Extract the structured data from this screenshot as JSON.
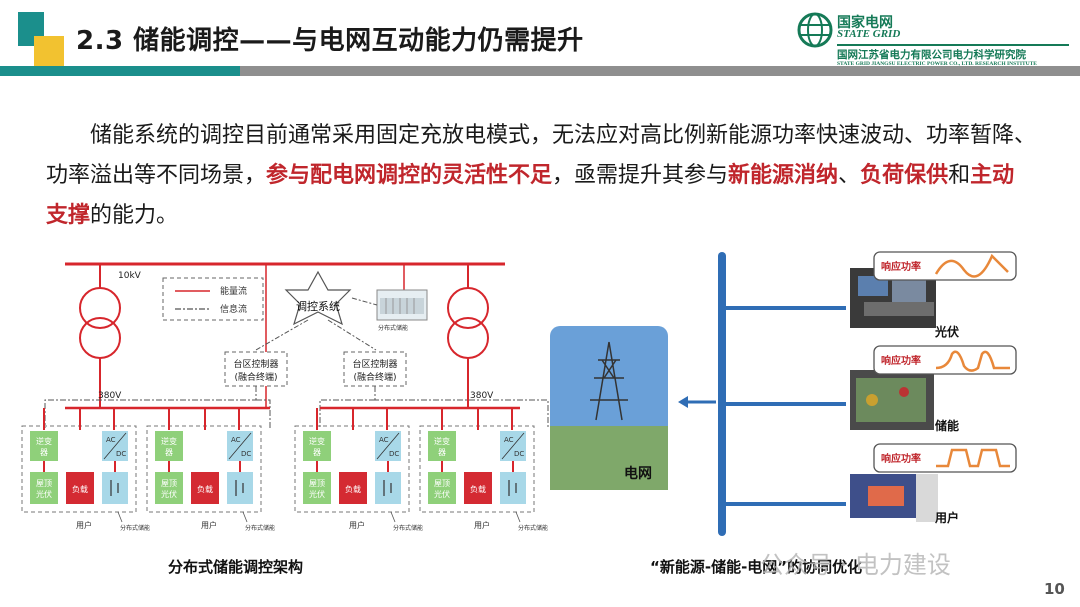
{
  "header": {
    "title": "2.3 储能调控——与电网互动能力仍需提升",
    "logo_cn": "国家电网",
    "logo_en": "STATE GRID",
    "logo_institute": "国网江苏省电力有限公司电力科学研究院",
    "logo_institute_en": "STATE GRID JIANGSU ELECTRIC POWER CO., LTD. RESEARCH INSTITUTE"
  },
  "body": {
    "p1": "储能系统的调控目前通常采用固定充放电模式，无法应对高比例新能源功率快速波动、功率暂降、功率溢出等不同场景，",
    "h1": "参与配电网调控的灵活性不足",
    "p2": "，亟需提升其参与",
    "h2": "新能源消纳",
    "p3": "、",
    "h3": "负荷保供",
    "p4": "和",
    "h4": "主动支撑",
    "p5": "的能力。"
  },
  "left_diagram": {
    "v10": "10kV",
    "v380a": "380V",
    "v380b": "380V",
    "legend_energy": "能量流",
    "legend_info": "信息流",
    "dispatch": "调控系统",
    "storage_img_label": "分布式储能",
    "ctrl_line1": "台区控制器",
    "ctrl_line2": "(融合终端)",
    "inverter": "逆变器",
    "pv": "屋顶光伏",
    "load": "负载",
    "ac": "AC",
    "dc": "DC",
    "user": "用户",
    "storage": "分布式储能",
    "caption": "分布式储能调控架构"
  },
  "right_diagram": {
    "grid_label": "电网",
    "resp_label": "响应功率",
    "pv_label": "光伏",
    "storage_label": "储能",
    "user_label": "用户",
    "caption": "“新能源-储能-电网”的协同优化"
  },
  "watermark": "公众号 · 电力建设",
  "page_number": "10",
  "colors": {
    "teal": "#1b8f8c",
    "yellow": "#f2c230",
    "highlight": "#c0262c",
    "grid_blue": "#2f6db5",
    "logo_green": "#157a57"
  }
}
